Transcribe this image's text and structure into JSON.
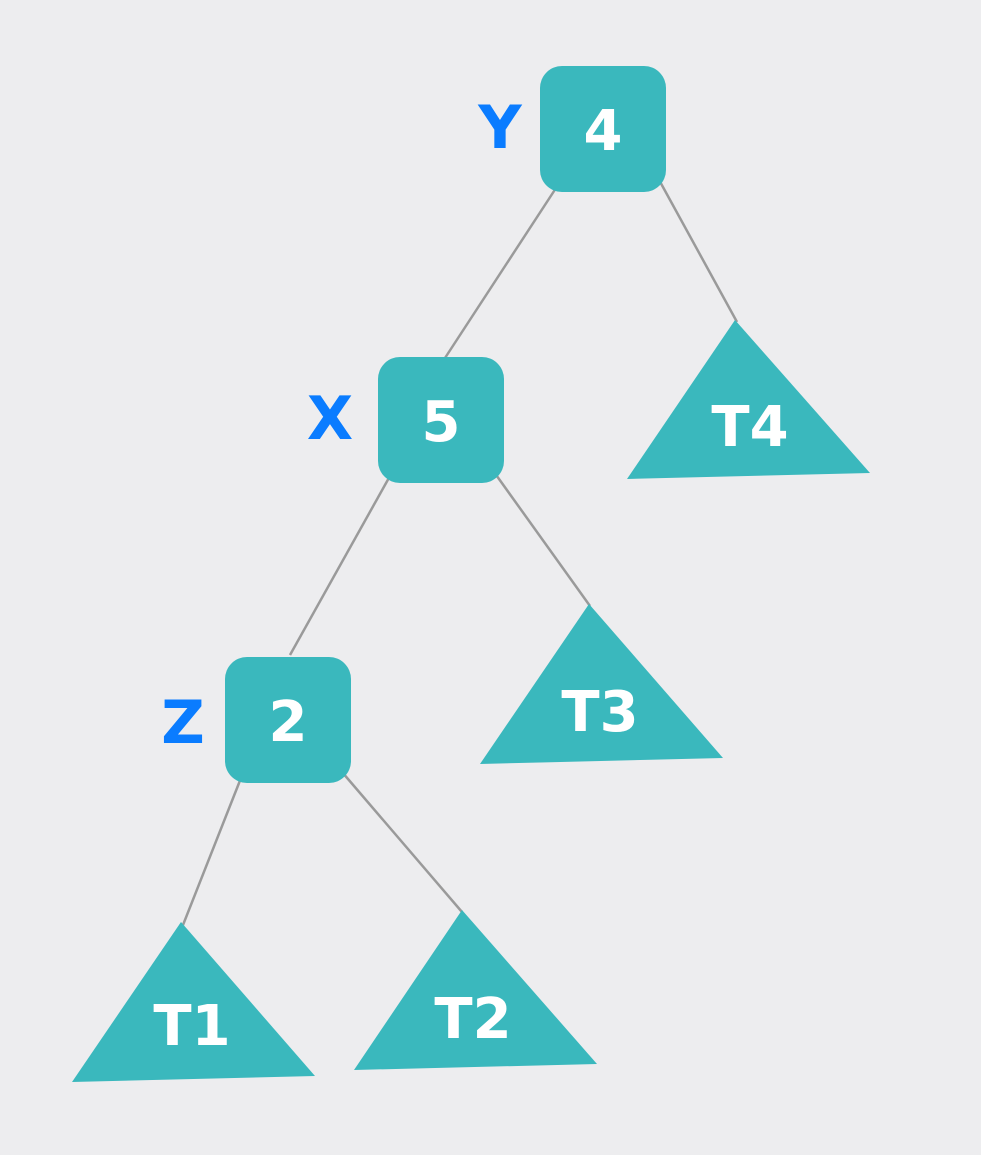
{
  "nodes": {
    "root": {
      "value": "4",
      "tag": "Y"
    },
    "middle": {
      "value": "5",
      "tag": "X"
    },
    "bottom": {
      "value": "2",
      "tag": "Z"
    }
  },
  "subtrees": {
    "t1": {
      "label": "T1"
    },
    "t2": {
      "label": "T2"
    },
    "t3": {
      "label": "T3"
    },
    "t4": {
      "label": "T4"
    }
  },
  "colors": {
    "node": "#3ab8bd",
    "tag": "#0a7cff",
    "edge": "#9a9a9a",
    "background": "#ededef"
  }
}
